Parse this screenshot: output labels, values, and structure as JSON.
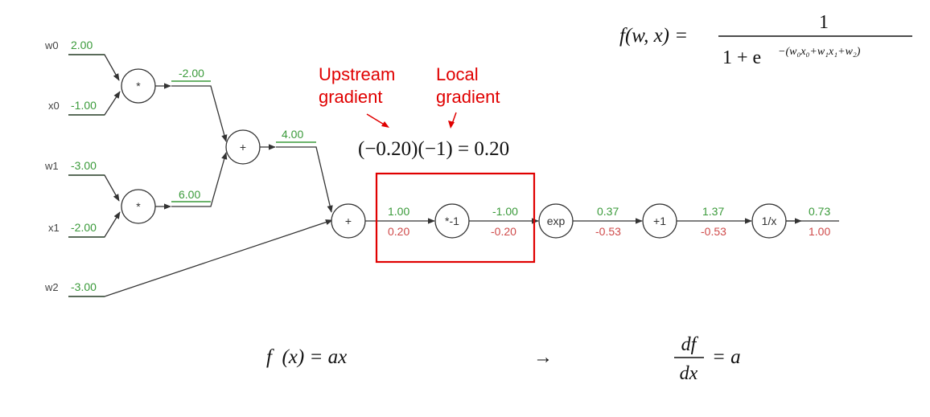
{
  "inputs": {
    "w0": {
      "label": "w0",
      "value": "2.00"
    },
    "x0": {
      "label": "x0",
      "value": "-1.00"
    },
    "w1": {
      "label": "w1",
      "value": "-3.00"
    },
    "x1": {
      "label": "x1",
      "value": "-2.00"
    },
    "w2": {
      "label": "w2",
      "value": "-3.00"
    }
  },
  "nodes": {
    "mul0": "*",
    "mul1": "*",
    "add0": "+",
    "add1": "+",
    "neg": "*-1",
    "exp": "exp",
    "plus1": "+1",
    "recip": "1/x"
  },
  "edges": {
    "mul0_out": {
      "fwd": "-2.00"
    },
    "mul1_out": {
      "fwd": "6.00"
    },
    "add0_out": {
      "fwd": "4.00"
    },
    "add1_out": {
      "fwd": "1.00",
      "bwd": "0.20"
    },
    "neg_out": {
      "fwd": "-1.00",
      "bwd": "-0.20"
    },
    "exp_out": {
      "fwd": "0.37",
      "bwd": "-0.53"
    },
    "plus1_out": {
      "fwd": "1.37",
      "bwd": "-0.53"
    },
    "recip_out": {
      "fwd": "0.73",
      "bwd": "1.00"
    }
  },
  "annotations": {
    "upstream_line1": "Upstream",
    "upstream_line2": "gradient",
    "local_line1": "Local",
    "local_line2": "gradient",
    "product_eq": "(−0.20)(−1) = 0.20"
  },
  "formulas": {
    "sigmoid_lhs": "f(w, x) =",
    "sigmoid_num": "1",
    "sigmoid_den": "1 + e",
    "sigmoid_exp": "−(w₀x₀+w₁x₁+w₂)",
    "linear_lhs": "f  (x) = ax",
    "arrow": "→",
    "deriv_num": "df",
    "deriv_den": "dx",
    "deriv_rhs": "= a"
  },
  "colors": {
    "forward": "#3a9a3a",
    "backward": "#cf4a4a",
    "highlight": "#e00000"
  }
}
